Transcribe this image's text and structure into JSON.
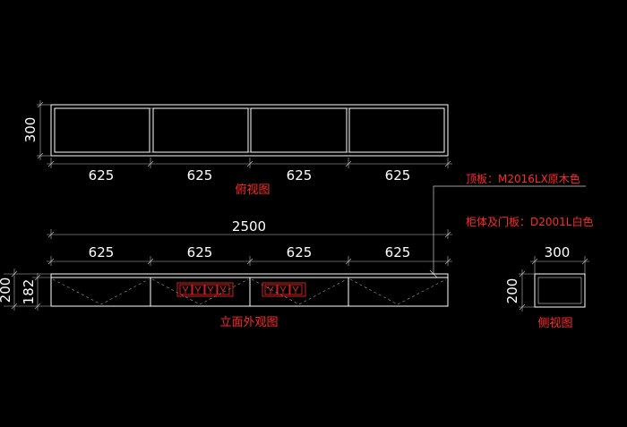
{
  "top_view": {
    "depth_label": "300",
    "section_widths": [
      "625",
      "625",
      "625",
      "625"
    ],
    "caption": "俯视图"
  },
  "elevation": {
    "total_width": "2500",
    "section_widths": [
      "625",
      "625",
      "625",
      "625"
    ],
    "height_outer": "200",
    "height_inner": "182",
    "caption": "立面外观图"
  },
  "side_view": {
    "width": "300",
    "height": "200",
    "caption": "侧视图"
  },
  "notes": {
    "top_panel": "顶板：M2016LX原木色",
    "body_and_doors": "柜体及门板：D2001L白色"
  },
  "colors": {
    "background": "#000000",
    "lines": "#ffffff",
    "annotations": "#ff2a2a"
  }
}
